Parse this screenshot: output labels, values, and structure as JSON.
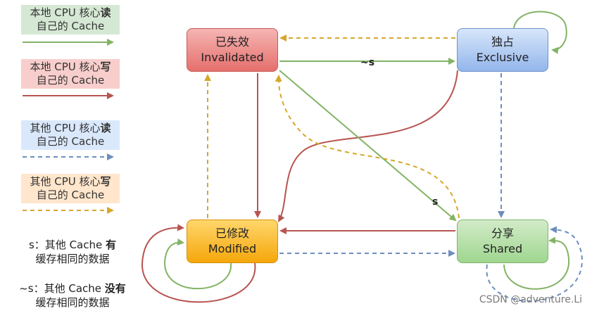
{
  "legend": [
    {
      "prefix": "本地 CPU 核心",
      "action": "读",
      "suffix": "自己的 Cache",
      "color": "#82b366"
    },
    {
      "prefix": "本地 CPU 核心",
      "action": "写",
      "suffix": "自己的 Cache",
      "color": "#b85450"
    },
    {
      "prefix": "其他 CPU 核心",
      "action": "读",
      "suffix": "自己的 Cache",
      "color": "#6c8ebf"
    },
    {
      "prefix": "其他 CPU 核心",
      "action": "写",
      "suffix": "自己的 Cache",
      "color": "#d6a72b"
    }
  ],
  "notes": {
    "s": {
      "prefix": "s：其他 Cache ",
      "strong": "有",
      "line2": "缓存相同的数据"
    },
    "ns": {
      "prefix": "~s：其他 Cache ",
      "strong": "没有",
      "line2": "缓存相同的数据"
    }
  },
  "states": {
    "invalidated": {
      "zh": "已失效",
      "en": "Invalidated"
    },
    "exclusive": {
      "zh": "独占",
      "en": "Exclusive"
    },
    "modified": {
      "zh": "已修改",
      "en": "Modified"
    },
    "shared": {
      "zh": "分享",
      "en": "Shared"
    }
  },
  "edge_labels": {
    "not_shared": "~s",
    "shared": "s"
  },
  "watermark": "CSDN @adventure.Li"
}
